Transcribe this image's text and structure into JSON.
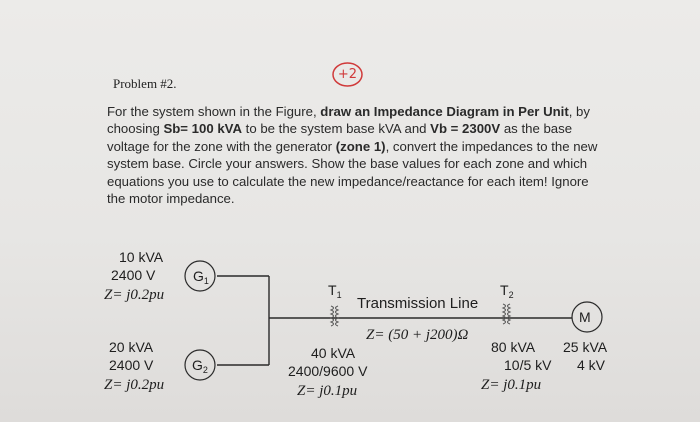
{
  "header": {
    "problem_label": "Problem #2.",
    "score_mark": "+2"
  },
  "problem": {
    "s1": "For the system shown in the Figure, ",
    "b1": "draw an Impedance Diagram in Per Unit",
    "s2": ", by choosing ",
    "b2": "Sb= 100 kVA",
    "s3": " to be the system base kVA and ",
    "b3": "Vb = 2300V",
    "s4": " as the base voltage for the zone with the generator ",
    "b4": "(zone 1)",
    "s5": ", convert the impedances to the new system base.  Circle your answers.  Show the base values for each zone and which equations you use to calculate the new impedance/reactance for each item!  Ignore the motor impedance."
  },
  "diagram": {
    "g1": {
      "symbol": "G",
      "sub": "1",
      "rating": "10 kVA",
      "voltage": "2400 V",
      "impedance": "Z= j0.2pu"
    },
    "g2": {
      "symbol": "G",
      "sub": "2",
      "rating": "20 kVA",
      "voltage": "2400 V",
      "impedance": "Z= j0.2pu"
    },
    "t1": {
      "symbol": "T",
      "sub": "1",
      "rating": "40 kVA",
      "voltage": "2400/9600 V",
      "impedance": "Z= j0.1pu"
    },
    "t2": {
      "symbol": "T",
      "sub": "2",
      "rating": "80 kVA",
      "voltage": "10/5 kV",
      "impedance": "Z= j0.1pu"
    },
    "line": {
      "label": "Transmission Line",
      "impedance": "Z= (50 + j200)Ω"
    },
    "motor": {
      "symbol": "M",
      "rating": "25 kVA",
      "voltage": "4 kV"
    }
  }
}
